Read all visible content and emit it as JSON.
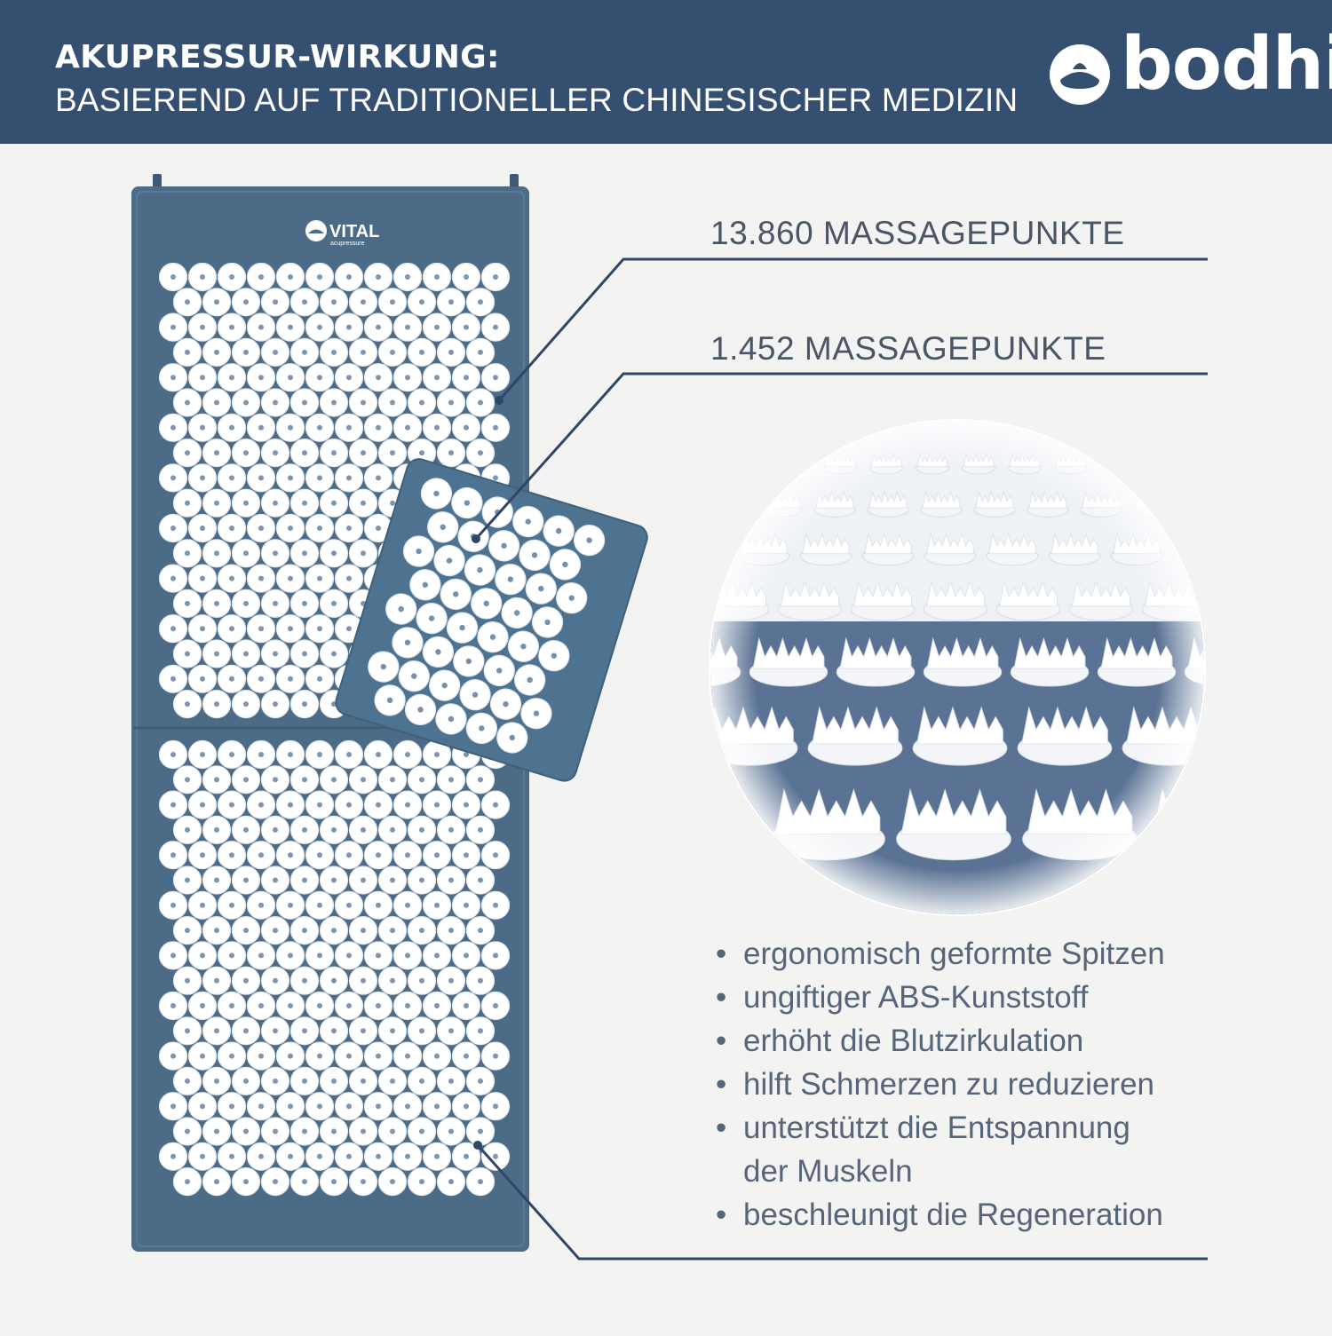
{
  "header": {
    "title_line1": "AKUPRESSUR-WIRKUNG:",
    "title_line2": "BASIEREND AUF TRADITIONELLER CHINESISCHER MEDIZIN",
    "brand_name": "bodhi",
    "brand_icon": "bodhi-logo-icon"
  },
  "product": {
    "mat_brand": "VITAL",
    "mat_brand_sub": "acupressure"
  },
  "callouts": {
    "mat_points": "13.860 MASSAGEPUNKTE",
    "pillow_points": "1.452 MASSAGEPUNKTE"
  },
  "features": [
    "ergonomisch geformte Spitzen",
    "ungiftiger ABS-Kunststoff",
    "erhöht die Blutzirkulation",
    "hilft Schmerzen zu reduzieren",
    "unterstützt die Entspannung",
    "der Muskeln",
    "beschleunigt die Regeneration"
  ],
  "colors": {
    "header_bg": "#354f70",
    "mat_blue": "#4b6b86",
    "spike_white": "#ffffff",
    "text_grey": "#56657a",
    "line_navy": "#2f4666"
  }
}
